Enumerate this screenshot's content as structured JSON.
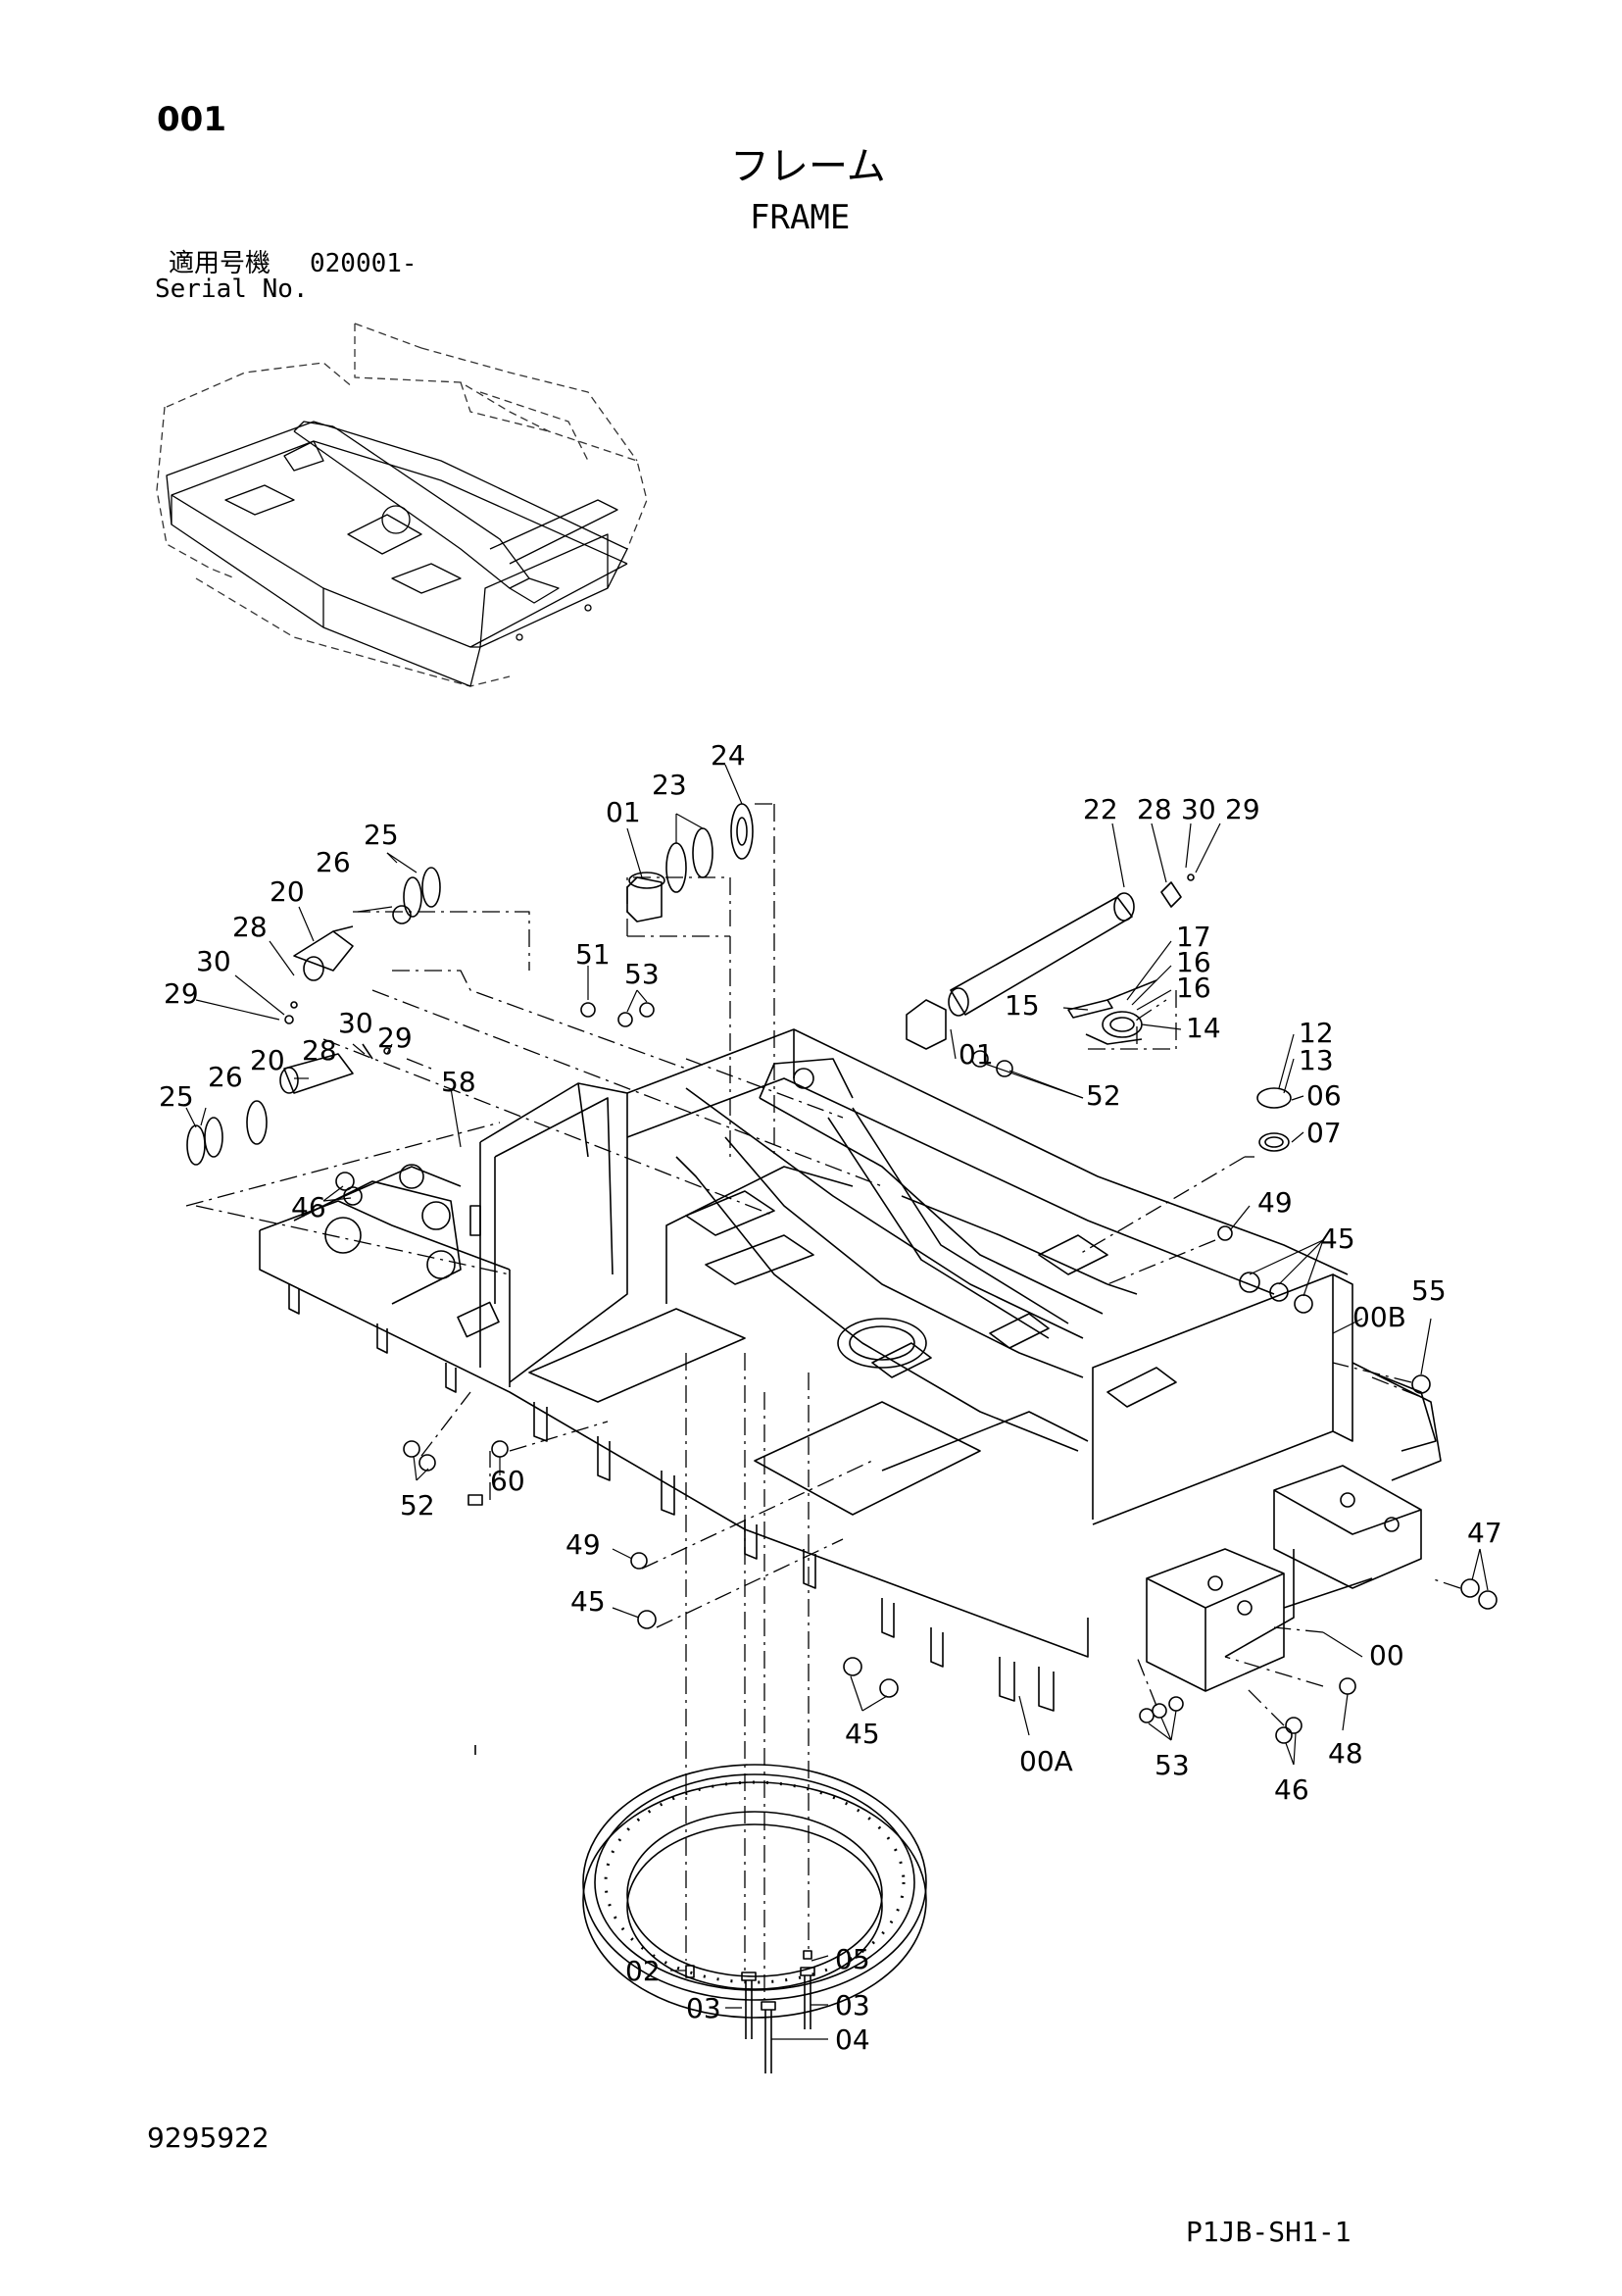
{
  "header": {
    "page_number": "001",
    "title_jp": "フレーム",
    "title_en": "FRAME",
    "serial_label_jp": "適用号機",
    "serial_value": "020001-",
    "serial_label_en": "Serial No."
  },
  "footer": {
    "document_number": "9295922",
    "sheet_reference": "P1JB-SH1-1"
  },
  "callouts": {
    "c24": "24",
    "c23": "23",
    "c01a": "01",
    "c25a": "25",
    "c26a": "26",
    "c20a": "20",
    "c28a": "28",
    "c30a": "30",
    "c29a": "29",
    "c22": "22",
    "c28b": "28",
    "c30b": "30",
    "c29b": "29",
    "c17": "17",
    "c16a": "16",
    "c16b": "16",
    "c15": "15",
    "c14": "14",
    "c01b": "01",
    "c51": "51",
    "c53a": "53",
    "c12": "12",
    "c13": "13",
    "c06": "06",
    "c07": "07",
    "c30c": "30",
    "c29c": "29",
    "c20b": "20",
    "c28c": "28",
    "c25b": "25",
    "c26b": "26",
    "c58": "58",
    "c52a": "52",
    "c46a": "46",
    "c49a": "49",
    "c45a": "45",
    "c55": "55",
    "c00B": "00B",
    "c52b": "52",
    "c60": "60",
    "c49b": "49",
    "c45b": "45",
    "c47": "47",
    "c00": "00",
    "c45c": "45",
    "c00A": "00A",
    "c53b": "53",
    "c48": "48",
    "c46b": "46",
    "c02": "02",
    "c05": "05",
    "c03a": "03",
    "c03b": "03",
    "c04": "04"
  }
}
